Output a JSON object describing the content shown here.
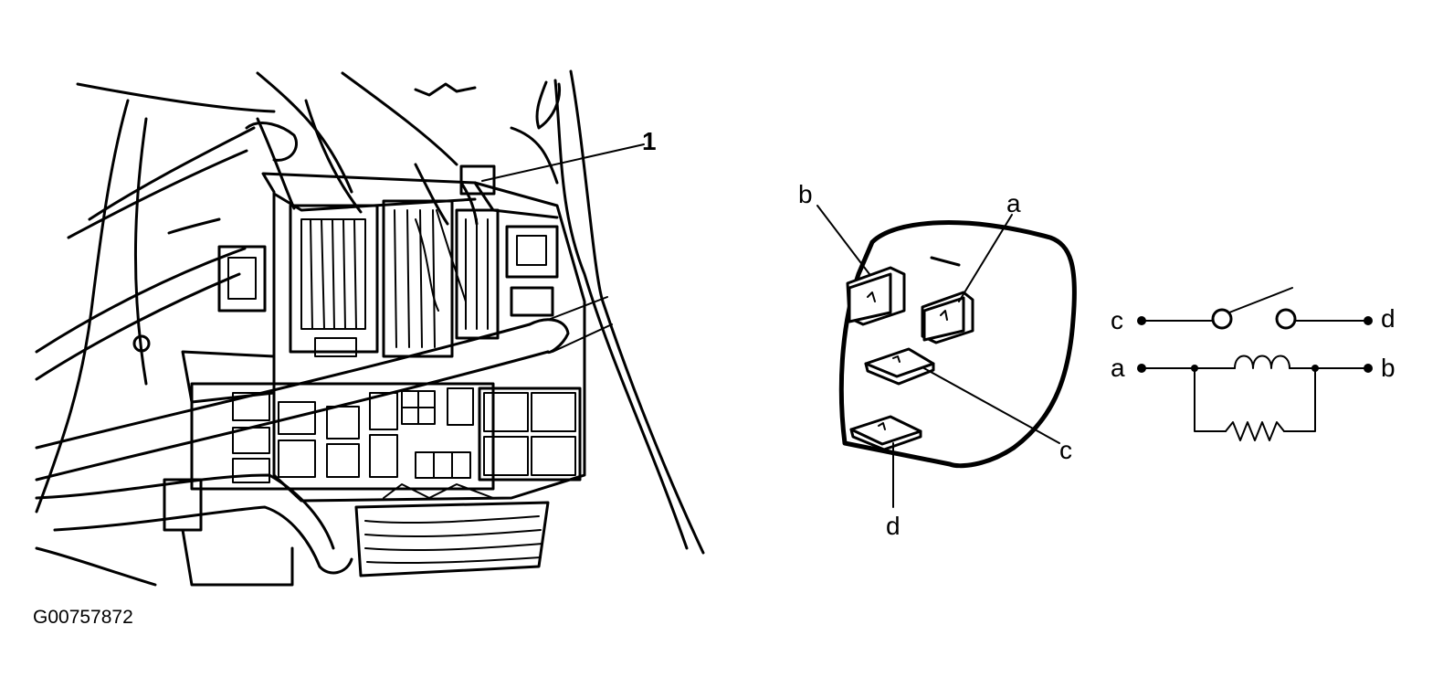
{
  "figure": {
    "id_code": "G00757872"
  },
  "location_view": {
    "callout": "1"
  },
  "relay_view": {
    "terminals": {
      "a": "a",
      "b": "b",
      "c": "c",
      "d": "d"
    }
  },
  "schematic": {
    "terminals": {
      "c": "c",
      "d": "d",
      "a": "a",
      "b": "b"
    }
  }
}
